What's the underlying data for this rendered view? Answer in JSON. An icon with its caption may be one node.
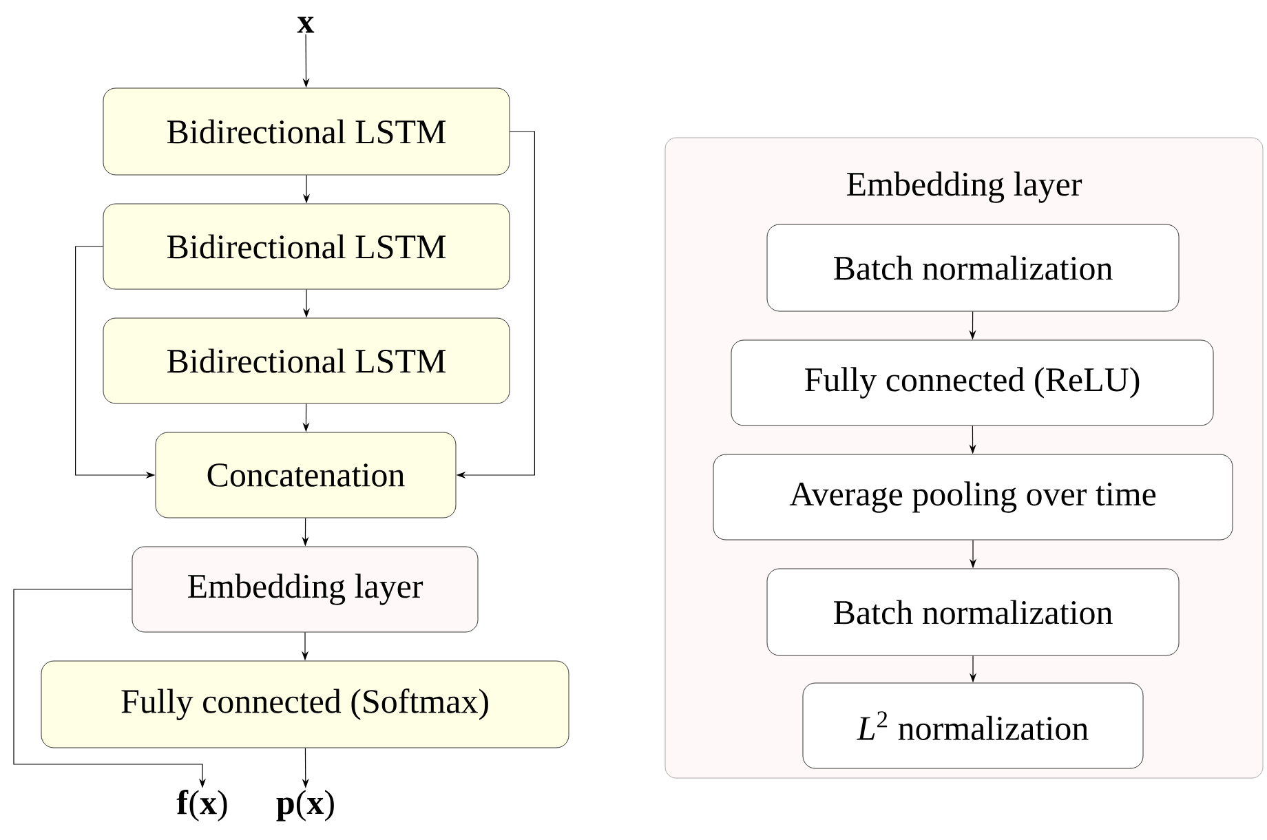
{
  "diagram": {
    "nodes": [
      {
        "text": [
          "x"
        ]
      },
      {
        "text": [
          "Bidirectional LSTM"
        ]
      },
      {
        "text": [
          "Bidirectional LSTM"
        ]
      },
      {
        "text": [
          "Bidirectional LSTM"
        ]
      },
      {
        "text": [
          "Concatenation"
        ]
      },
      {
        "text": [
          "Embedding layer"
        ]
      },
      {
        "text": [
          "Fully connected (Softmax)"
        ]
      },
      {
        "text": [
          "**f**(**x**)"
        ]
      },
      {
        "text": [
          "**p**(**x**)"
        ]
      },
      {
        "text": [
          "Embedding layer"
        ]
      },
      {
        "text": [
          "Batch normalization"
        ],
        "in": 9
      },
      {
        "text": [
          "Fully connected (ReLU)"
        ],
        "in": 9
      },
      {
        "text": [
          "Average pooling over time"
        ],
        "in": 9
      },
      {
        "text": [
          "Batch normalization"
        ],
        "in": 9
      },
      {
        "text": [
          "*L*$^{2}$ normalization"
        ],
        "in": 9
      }
    ],
    "edges": [
      {
        "from": 0,
        "to": 1,
        "arrow": "to"
      },
      {
        "from": 1,
        "to": 2,
        "arrow": "to"
      },
      {
        "from": 2,
        "to": 3,
        "arrow": "to"
      },
      {
        "from": 3,
        "to": 4,
        "arrow": "to"
      },
      {
        "from": 1,
        "to": 4,
        "arrow": "to"
      },
      {
        "from": 2,
        "to": 4,
        "arrow": "to"
      },
      {
        "from": 4,
        "to": 5,
        "arrow": "to"
      },
      {
        "from": 5,
        "to": 6,
        "arrow": "to"
      },
      {
        "from": 5,
        "to": 7,
        "arrow": "to"
      },
      {
        "from": 6,
        "to": 8,
        "arrow": "to"
      },
      {
        "from": 10,
        "to": 11,
        "arrow": "to"
      },
      {
        "from": 11,
        "to": 12,
        "arrow": "to"
      },
      {
        "from": 12,
        "to": 13,
        "arrow": "to"
      },
      {
        "from": 13,
        "to": 14,
        "arrow": "to"
      }
    ]
  }
}
